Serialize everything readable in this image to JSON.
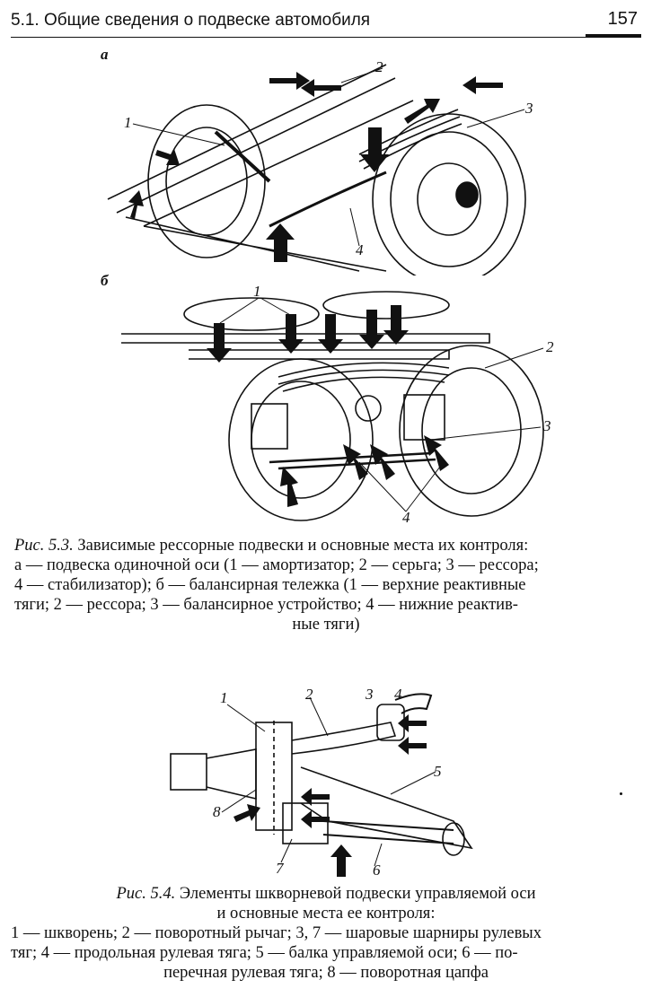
{
  "header": {
    "section_title": "5.1. Общие сведения о подвеске автомобиля",
    "page_number": "157"
  },
  "figure_5_3": {
    "panel_a": {
      "letter": "а",
      "callouts": [
        "1",
        "2",
        "3",
        "4"
      ]
    },
    "panel_b": {
      "letter": "б",
      "callouts": [
        "1",
        "2",
        "3",
        "4"
      ]
    },
    "caption": {
      "label": "Рис. 5.3.",
      "line1": " Зависимые рессорные подвески и основные места их контроля:",
      "line2": "а — подвеска одиночной оси (1 — амортизатор; 2 — серьга; 3 — рессора;",
      "line3": "4 — стабилизатор); б — балансирная тележка (1 — верхние реактивные",
      "line4": "тяги; 2 — рессора; 3 — балансирное устройство; 4 — нижние реактив-",
      "line5": "ные тяги)"
    }
  },
  "figure_5_4": {
    "callouts": [
      "1",
      "2",
      "3",
      "4",
      "5",
      "6",
      "7",
      "8"
    ],
    "caption": {
      "label": "Рис. 5.4.",
      "line1": " Элементы шкворневой подвески управляемой оси",
      "line2": "и основные места ее контроля:",
      "line3": "1 — шкворень; 2 — поворотный рычаг; 3, 7 — шаровые шарниры рулевых",
      "line4": "тяг; 4 — продольная рулевая тяга; 5 — балка управляемой оси; 6 — по-",
      "line5": "перечная рулевая тяга; 8 — поворотная цапфа"
    }
  }
}
